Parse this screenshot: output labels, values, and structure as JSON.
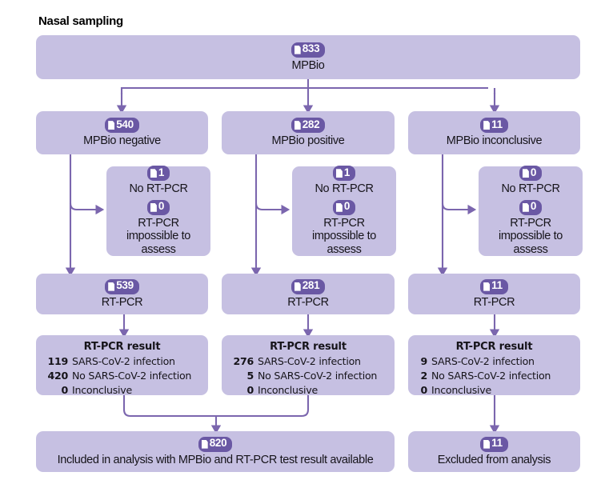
{
  "title": "Nasal sampling",
  "colors": {
    "box_fill": "#c6c0e2",
    "badge_fill": "#6a58a4",
    "connector": "#7b66ae",
    "text": "#16141a"
  },
  "nodes": {
    "root": {
      "count": "833",
      "label": "MPBio"
    },
    "arm_negative": {
      "count": "540",
      "label": "MPBio negative"
    },
    "arm_positive": {
      "count": "282",
      "label": "MPBio positive"
    },
    "arm_inconclusive": {
      "count": "11",
      "label": "MPBio inconclusive"
    },
    "excl_negative": {
      "count_a": "1",
      "label_a": "No RT-PCR",
      "count_b": "0",
      "label_b": "RT-PCR impossible to assess"
    },
    "excl_positive": {
      "count_a": "1",
      "label_a": "No RT-PCR",
      "count_b": "0",
      "label_b": "RT-PCR impossible to assess"
    },
    "excl_inconclusive": {
      "count_a": "0",
      "label_a": "No RT-PCR",
      "count_b": "0",
      "label_b": "RT-PCR impossible to assess"
    },
    "pcr_negative": {
      "count": "539",
      "label": "RT-PCR"
    },
    "pcr_positive": {
      "count": "281",
      "label": "RT-PCR"
    },
    "pcr_inconclusive": {
      "count": "11",
      "label": "RT-PCR"
    },
    "result_negative": {
      "title": "RT-PCR result",
      "rows": [
        {
          "n": "119",
          "text": "SARS-CoV-2 infection"
        },
        {
          "n": "420",
          "text": "No SARS-CoV-2 infection"
        },
        {
          "n": "0",
          "text": "Inconclusive"
        }
      ]
    },
    "result_positive": {
      "title": "RT-PCR result",
      "rows": [
        {
          "n": "276",
          "text": "SARS-CoV-2 infection"
        },
        {
          "n": "5",
          "text": "No SARS-CoV-2 infection"
        },
        {
          "n": "0",
          "text": "Inconclusive"
        }
      ]
    },
    "result_inconclusive": {
      "title": "RT-PCR result",
      "rows": [
        {
          "n": "9",
          "text": "SARS-CoV-2 infection"
        },
        {
          "n": "2",
          "text": "No SARS-CoV-2 infection"
        },
        {
          "n": "0",
          "text": "Inconclusive"
        }
      ]
    },
    "included": {
      "count": "820",
      "label": "Included in analysis with MPBio and RT-PCR test result available"
    },
    "excluded": {
      "count": "11",
      "label": "Excluded from analysis"
    }
  }
}
